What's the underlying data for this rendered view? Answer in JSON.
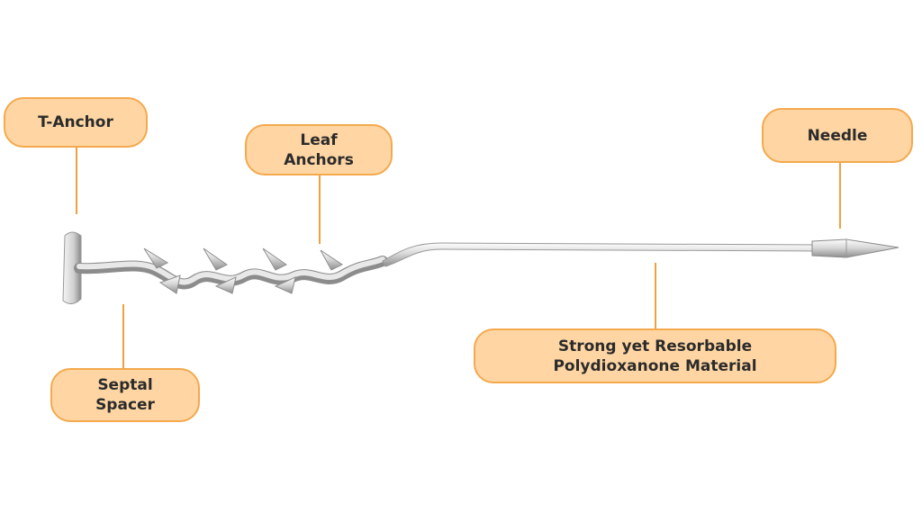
{
  "labels": {
    "t_anchor": "T-Anchor",
    "leaf_anchors": "Leaf\nAnchors",
    "needle": "Needle",
    "septal_spacer": "Septal\nSpacer",
    "material": "Strong yet Resorbable\nPolydioxanone Material"
  },
  "colors": {
    "label_fill": "#ffd6a3",
    "label_border": "#f4a94d",
    "connector": "#f0a040",
    "metal_light": "#f2f2f2",
    "metal_dark": "#8a8a8a"
  }
}
